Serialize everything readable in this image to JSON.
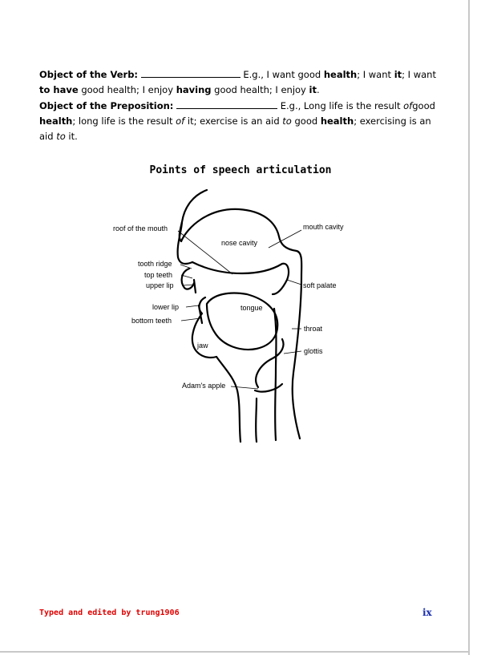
{
  "paragraph1": {
    "label": "Object of the Verb:",
    "example_prefix": "E.g., I want good",
    "w_health": "health",
    "s1": "; I want",
    "w_it": "it",
    "s2": "; I want",
    "w_to_have": "to have",
    "s3": "good health; I enjoy",
    "w_having": "having",
    "s4": "good health; I enjoy",
    "w_it2": "it",
    "end": "."
  },
  "paragraph2": {
    "label": "Object of the Preposition:",
    "example_prefix": "E.g., Long life is the result",
    "w_of": "of",
    "s1": "good",
    "w_health": "health",
    "s2": "; long life is the result",
    "w_of2": "of",
    "w_it": "it",
    "s3": "; exercise is an aid",
    "w_to": "to",
    "s4": "good",
    "w_health2": "health",
    "s5": "; exercising is an aid",
    "w_to2": "to",
    "w_it2": "it",
    "end": "."
  },
  "figure": {
    "title": "Points of speech articulation",
    "labels": {
      "roof": "roof of the mouth",
      "nose": "nose cavity",
      "mouth_cavity": "mouth cavity",
      "tooth_ridge": "tooth ridge",
      "top_teeth": "top teeth",
      "upper_lip": "upper lip",
      "soft_palate": "soft palate",
      "lower_lip": "lower lip",
      "tongue": "tongue",
      "bottom_teeth": "bottom teeth",
      "throat": "throat",
      "jaw": "jaw",
      "glottis": "glottis",
      "adams_apple": "Adam's apple"
    }
  },
  "footer": {
    "credit": "Typed and edited by trung1906",
    "page_number": "ix"
  }
}
